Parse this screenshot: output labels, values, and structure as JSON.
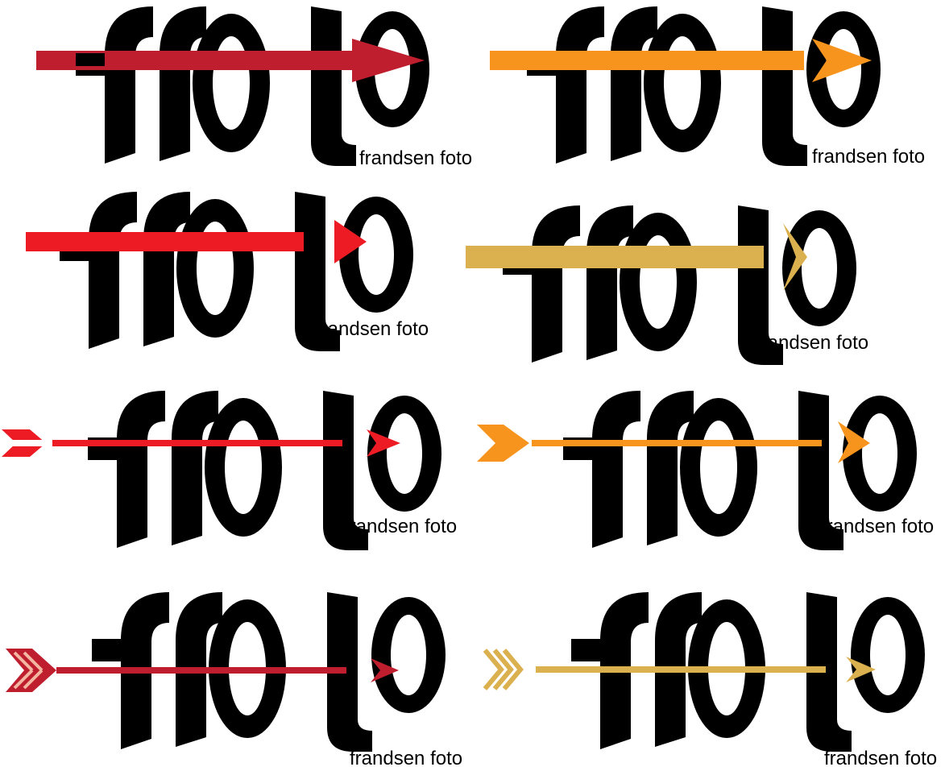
{
  "logo_wordmark": "ffoto",
  "logos": [
    {
      "tagline": "frandsen foto",
      "arrow_color": "#be1e2d",
      "arrow_style": "thick-block"
    },
    {
      "tagline": "frandsen foto",
      "arrow_color": "#f7941d",
      "arrow_style": "thick-chevron"
    },
    {
      "tagline": "frandsen foto",
      "arrow_color": "#ed1c24",
      "arrow_style": "thick-block"
    },
    {
      "tagline": "frandsen foto",
      "arrow_color": "#dbb04f",
      "arrow_style": "thick-chevron"
    },
    {
      "tagline": "frandsen foto",
      "arrow_color": "#ed1c24",
      "arrow_style": "thin-fletched"
    },
    {
      "tagline": "frandsen foto",
      "arrow_color": "#f7941d",
      "arrow_style": "thin-fletched-solid"
    },
    {
      "tagline": "frandsen foto",
      "arrow_color": "#be1e2d",
      "arrow_style": "thin-striped-fletching"
    },
    {
      "tagline": "frandsen foto",
      "arrow_color": "#dbb04f",
      "arrow_style": "thin-chevron-fletching"
    }
  ]
}
